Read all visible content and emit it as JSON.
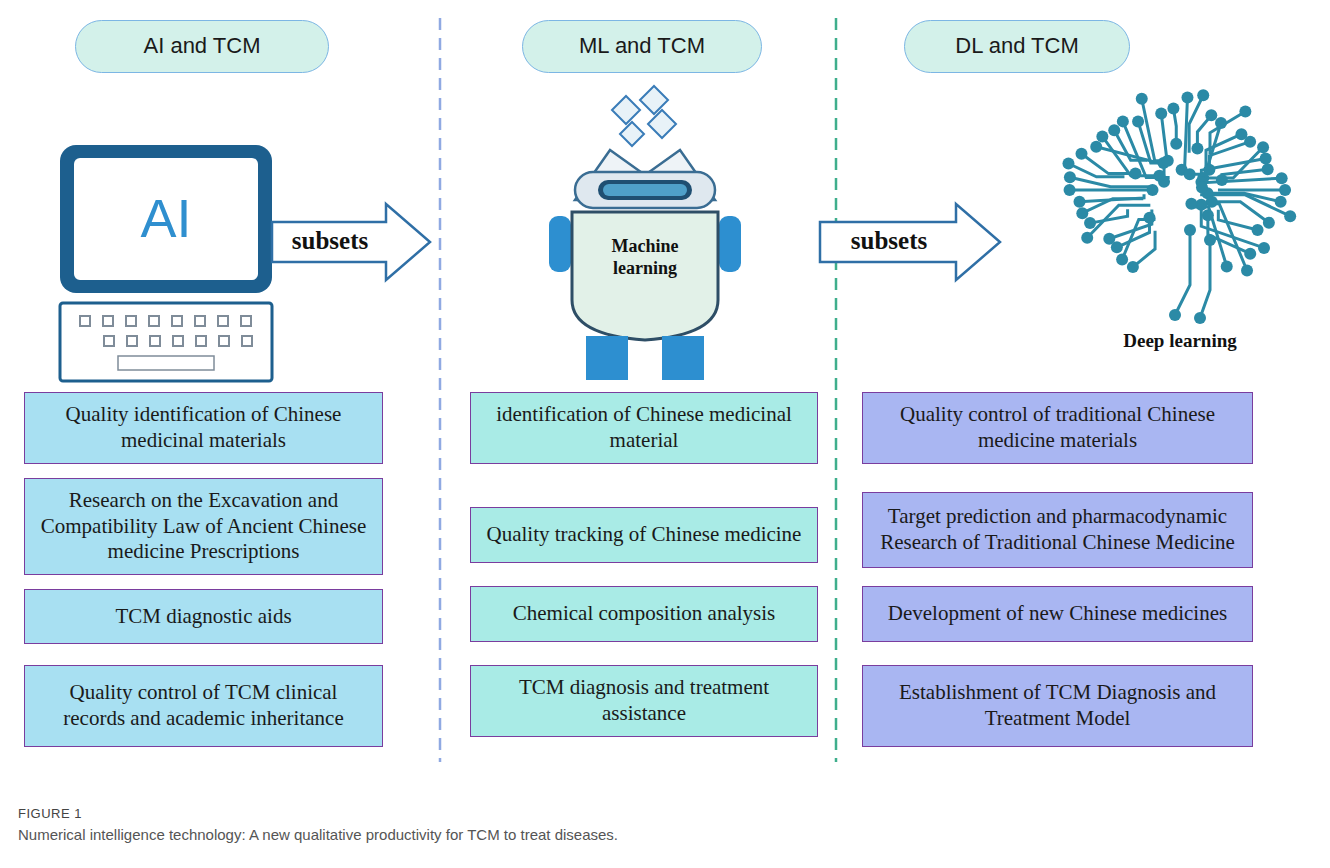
{
  "diagram": {
    "caption": "Numerical intelligence technology: A new qualitative productivity for TCM to treat diseases.",
    "nodes": [
      {
        "text": [
          "AI and TCM"
        ]
      },
      {
        "text": [
          "Quality identification of Chinese medicinal materials"
        ]
      },
      {
        "text": [
          "Research on the Excavation and Compatibility Law of Ancient Chinese medicine Prescriptions"
        ]
      },
      {
        "text": [
          "TCM diagnostic aids"
        ]
      },
      {
        "text": [
          "Quality control of TCM clinical records and academic inheritance"
        ]
      },
      {
        "text": [
          "ML and TCM"
        ]
      },
      {
        "text": [
          "identification of Chinese medicinal material"
        ]
      },
      {
        "text": [
          "Quality tracking of Chinese medicine"
        ]
      },
      {
        "text": [
          "Chemical composition analysis"
        ]
      },
      {
        "text": [
          "TCM diagnosis and treatment assistance"
        ]
      },
      {
        "text": [
          "DL and TCM"
        ]
      },
      {
        "text": [
          "Quality control of traditional Chinese medicine materials"
        ]
      },
      {
        "text": [
          "Target prediction and pharmacodynamic Research of Traditional Chinese Medicine"
        ]
      },
      {
        "text": [
          "Development of new Chinese medicines"
        ]
      },
      {
        "text": [
          "Establishment of TCM Diagnosis and Treatment Model"
        ]
      }
    ],
    "labels": [
      "AI",
      "subsets",
      "Machine learning",
      "subsets",
      "Deep learning",
      "FIGURE 1"
    ]
  }
}
